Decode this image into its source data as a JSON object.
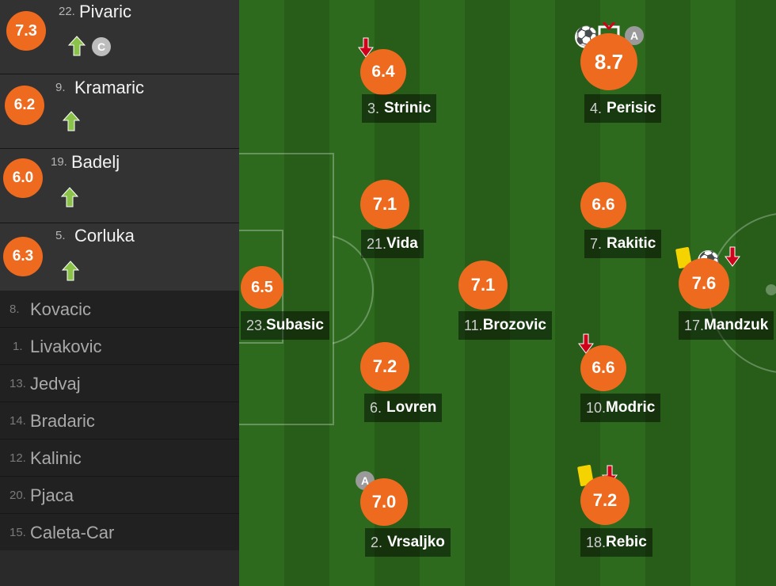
{
  "substitutes_used": [
    {
      "number": "22.",
      "name": "Pivaric",
      "rating": "7.3",
      "captain_badge": "C"
    },
    {
      "number": "9.",
      "name": "Kramaric",
      "rating": "6.2"
    },
    {
      "number": "19.",
      "name": "Badelj",
      "rating": "6.0"
    },
    {
      "number": "5.",
      "name": "Corluka",
      "rating": "6.3"
    }
  ],
  "bench": [
    {
      "number": "8.",
      "name": "Kovacic"
    },
    {
      "number": "1.",
      "name": "Livakovic"
    },
    {
      "number": "13.",
      "name": "Jedvaj"
    },
    {
      "number": "14.",
      "name": "Bradaric"
    },
    {
      "number": "12.",
      "name": "Kalinic"
    },
    {
      "number": "20.",
      "name": "Pjaca"
    },
    {
      "number": "15.",
      "name": "Caleta-Car"
    }
  ],
  "starters": {
    "subasic": {
      "number": "23.",
      "name": "Subasic",
      "rating": "6.5"
    },
    "strinic": {
      "number": "3.",
      "name": "Strinic",
      "rating": "6.4"
    },
    "vida": {
      "number": "21.",
      "name": "Vida",
      "rating": "7.1"
    },
    "lovren": {
      "number": "6.",
      "name": "Lovren",
      "rating": "7.2"
    },
    "vrsaljko": {
      "number": "2.",
      "name": "Vrsaljko",
      "rating": "7.0",
      "badge": "A"
    },
    "brozovic": {
      "number": "11.",
      "name": "Brozovic",
      "rating": "7.1"
    },
    "perisic": {
      "number": "4.",
      "name": "Perisic",
      "rating": "8.7",
      "badge": "A"
    },
    "rakitic": {
      "number": "7.",
      "name": "Rakitic",
      "rating": "6.6"
    },
    "modric": {
      "number": "10.",
      "name": "Modric",
      "rating": "6.6"
    },
    "rebic": {
      "number": "18.",
      "name": "Rebic",
      "rating": "7.2"
    },
    "mandzukic": {
      "number": "17.",
      "name": "Mandzuk",
      "rating": "7.6"
    }
  },
  "colors": {
    "rating": "#ee6a1e",
    "pitch_dark": "#275c19",
    "pitch_light": "#2d6a1e",
    "sub_on": "#8bc34a",
    "sub_off": "#d0021b",
    "yellow_card": "#f5d300"
  }
}
